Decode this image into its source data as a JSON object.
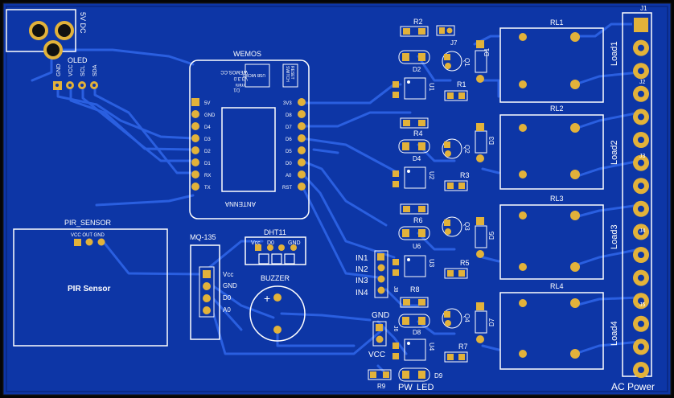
{
  "board": {
    "power_jack": "5V DC",
    "oled": {
      "title": "OLED",
      "pins": [
        "GND",
        "VCC",
        "SCL",
        "SDA"
      ]
    },
    "wemos": {
      "title": "WEMOS",
      "line1": "D1",
      "line2": "mini",
      "line3": "V3.3.0",
      "line4": "WEMOS.CC",
      "usb": "USB MICRO",
      "reset": "RESET",
      "switch": "SWITCH",
      "antenna": "ANTENNA",
      "left_pins": [
        "5V",
        "GND",
        "D4",
        "D3",
        "D2",
        "D1",
        "RX",
        "TX"
      ],
      "right_pins": [
        "3V3",
        "D8",
        "D7",
        "D6",
        "D5",
        "D0",
        "A0",
        "RST"
      ]
    },
    "pir": {
      "title": "PIR_SENSOR",
      "pins": "VCC OUT GND",
      "body": "PIR Sensor"
    },
    "mq135": {
      "title": "MQ-135",
      "pins": [
        "Vcc",
        "GND",
        "D0",
        "A0"
      ]
    },
    "dht11": {
      "title": "DHT11",
      "pins": [
        "Vcc",
        "D0",
        "GND"
      ]
    },
    "buzzer": {
      "title": "BUZZER",
      "plus": "+"
    },
    "gnd_vcc": {
      "gnd": "GND",
      "vcc": "VCC",
      "ref": "J6"
    },
    "inputs": {
      "labels": [
        "IN1",
        "IN2",
        "IN3",
        "IN4"
      ],
      "ref": "J8"
    },
    "pw_led": {
      "pw": "PW",
      "led": "LED",
      "r": "R9",
      "d": "D9"
    },
    "relays": [
      {
        "rl": "RL1",
        "load": "Load1",
        "r_top": "R2",
        "led": "D2",
        "u": "U1",
        "q": "Q1",
        "r_side": "R1",
        "diode": "D1"
      },
      {
        "rl": "RL2",
        "load": "Load2",
        "r_top": "R4",
        "led": "D4",
        "u": "U2",
        "q": "Q2",
        "r_side": "R3",
        "diode": "D3"
      },
      {
        "rl": "RL3",
        "load": "Load3",
        "r_top": "R6",
        "led": "U6",
        "u": "U3",
        "q": "Q3",
        "r_side": "R5",
        "diode": "D5"
      },
      {
        "rl": "RL4",
        "load": "Load4",
        "r_top": "R8",
        "led": "D8",
        "u": "U4",
        "q": "Q4",
        "r_side": "R7",
        "diode": "D7"
      }
    ],
    "j7": "J7",
    "terminal": {
      "ref": "J1",
      "mids": [
        "J2",
        "J3",
        "J4",
        "J5"
      ],
      "label": "AC Power"
    },
    "colors": {
      "board": "#0d36a6",
      "copper": "#2456d8",
      "pad": "#e2b23a",
      "silk": "#ffffff"
    }
  }
}
